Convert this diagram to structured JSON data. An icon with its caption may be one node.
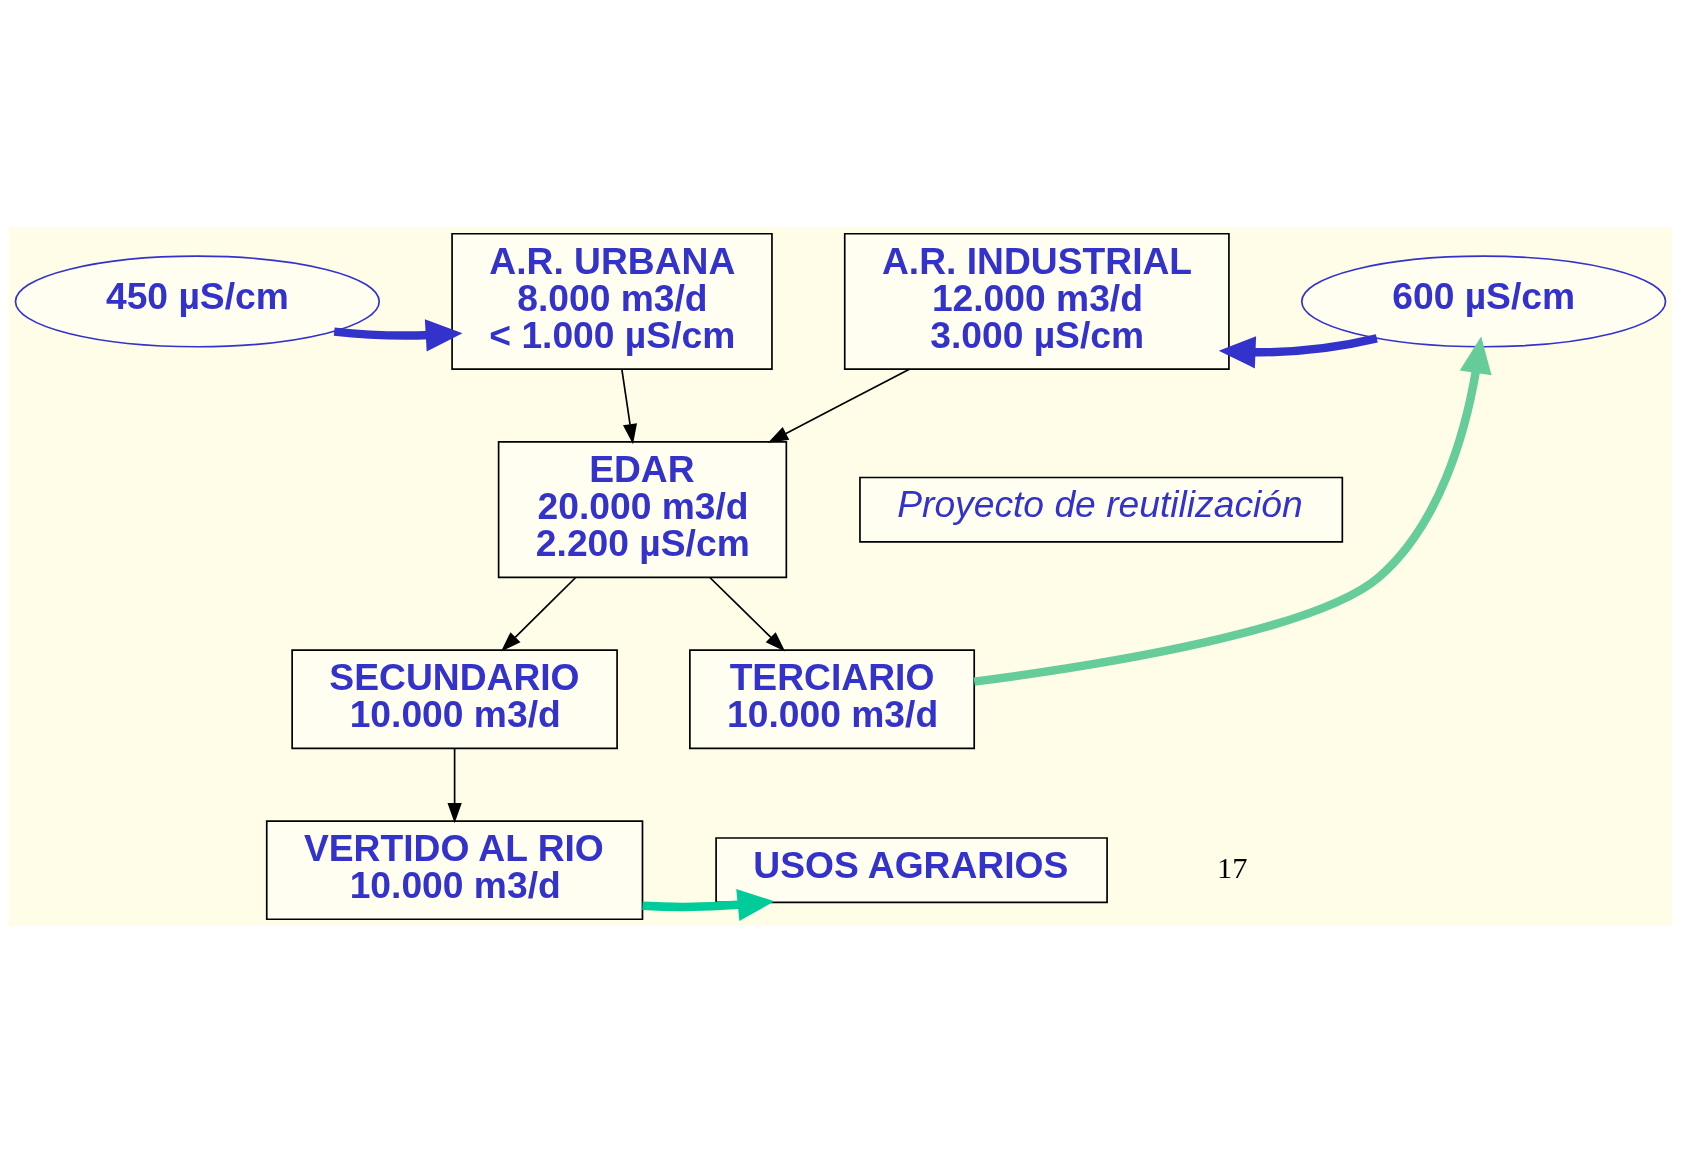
{
  "diagram": {
    "nodes": [
      {
        "text": [
          "450 µS/cm"
        ]
      },
      {
        "text": [
          "A.R. URBANA",
          "8.000 m3/d",
          "< 1.000 µS/cm"
        ]
      },
      {
        "text": [
          "A.R. INDUSTRIAL",
          "12.000 m3/d",
          "3.000 µS/cm"
        ]
      },
      {
        "text": [
          "600 µS/cm"
        ]
      },
      {
        "text": [
          "EDAR",
          "20.000 m3/d",
          "2.200 µS/cm"
        ]
      },
      {
        "text": [
          "Proyecto de reutilización"
        ]
      },
      {
        "text": [
          "SECUNDARIO",
          "10.000 m3/d"
        ]
      },
      {
        "text": [
          "TERCIARIO",
          "10.000 m3/d"
        ]
      },
      {
        "text": [
          "VERTIDO AL RIO",
          "10.000 m3/d"
        ]
      },
      {
        "text": [
          "USOS AGRARIOS"
        ]
      }
    ],
    "edges": [
      {
        "from": 0,
        "to": 1,
        "arrow": "to",
        "style": "thick",
        "color": "#3333cc"
      },
      {
        "from": 3,
        "to": 2,
        "arrow": "to",
        "style": "thick",
        "color": "#3333cc"
      },
      {
        "from": 1,
        "to": 4,
        "arrow": "to"
      },
      {
        "from": 2,
        "to": 4,
        "arrow": "to"
      },
      {
        "from": 4,
        "to": 6,
        "arrow": "to"
      },
      {
        "from": 4,
        "to": 7,
        "arrow": "to"
      },
      {
        "from": 6,
        "to": 8,
        "arrow": "to"
      },
      {
        "from": 8,
        "to": 9,
        "arrow": "to",
        "style": "thick",
        "color": "#00cc99"
      },
      {
        "from": 7,
        "to": 3,
        "arrow": "to",
        "style": "thick",
        "color": "#66cc99"
      }
    ],
    "labels": [
      "17"
    ]
  }
}
